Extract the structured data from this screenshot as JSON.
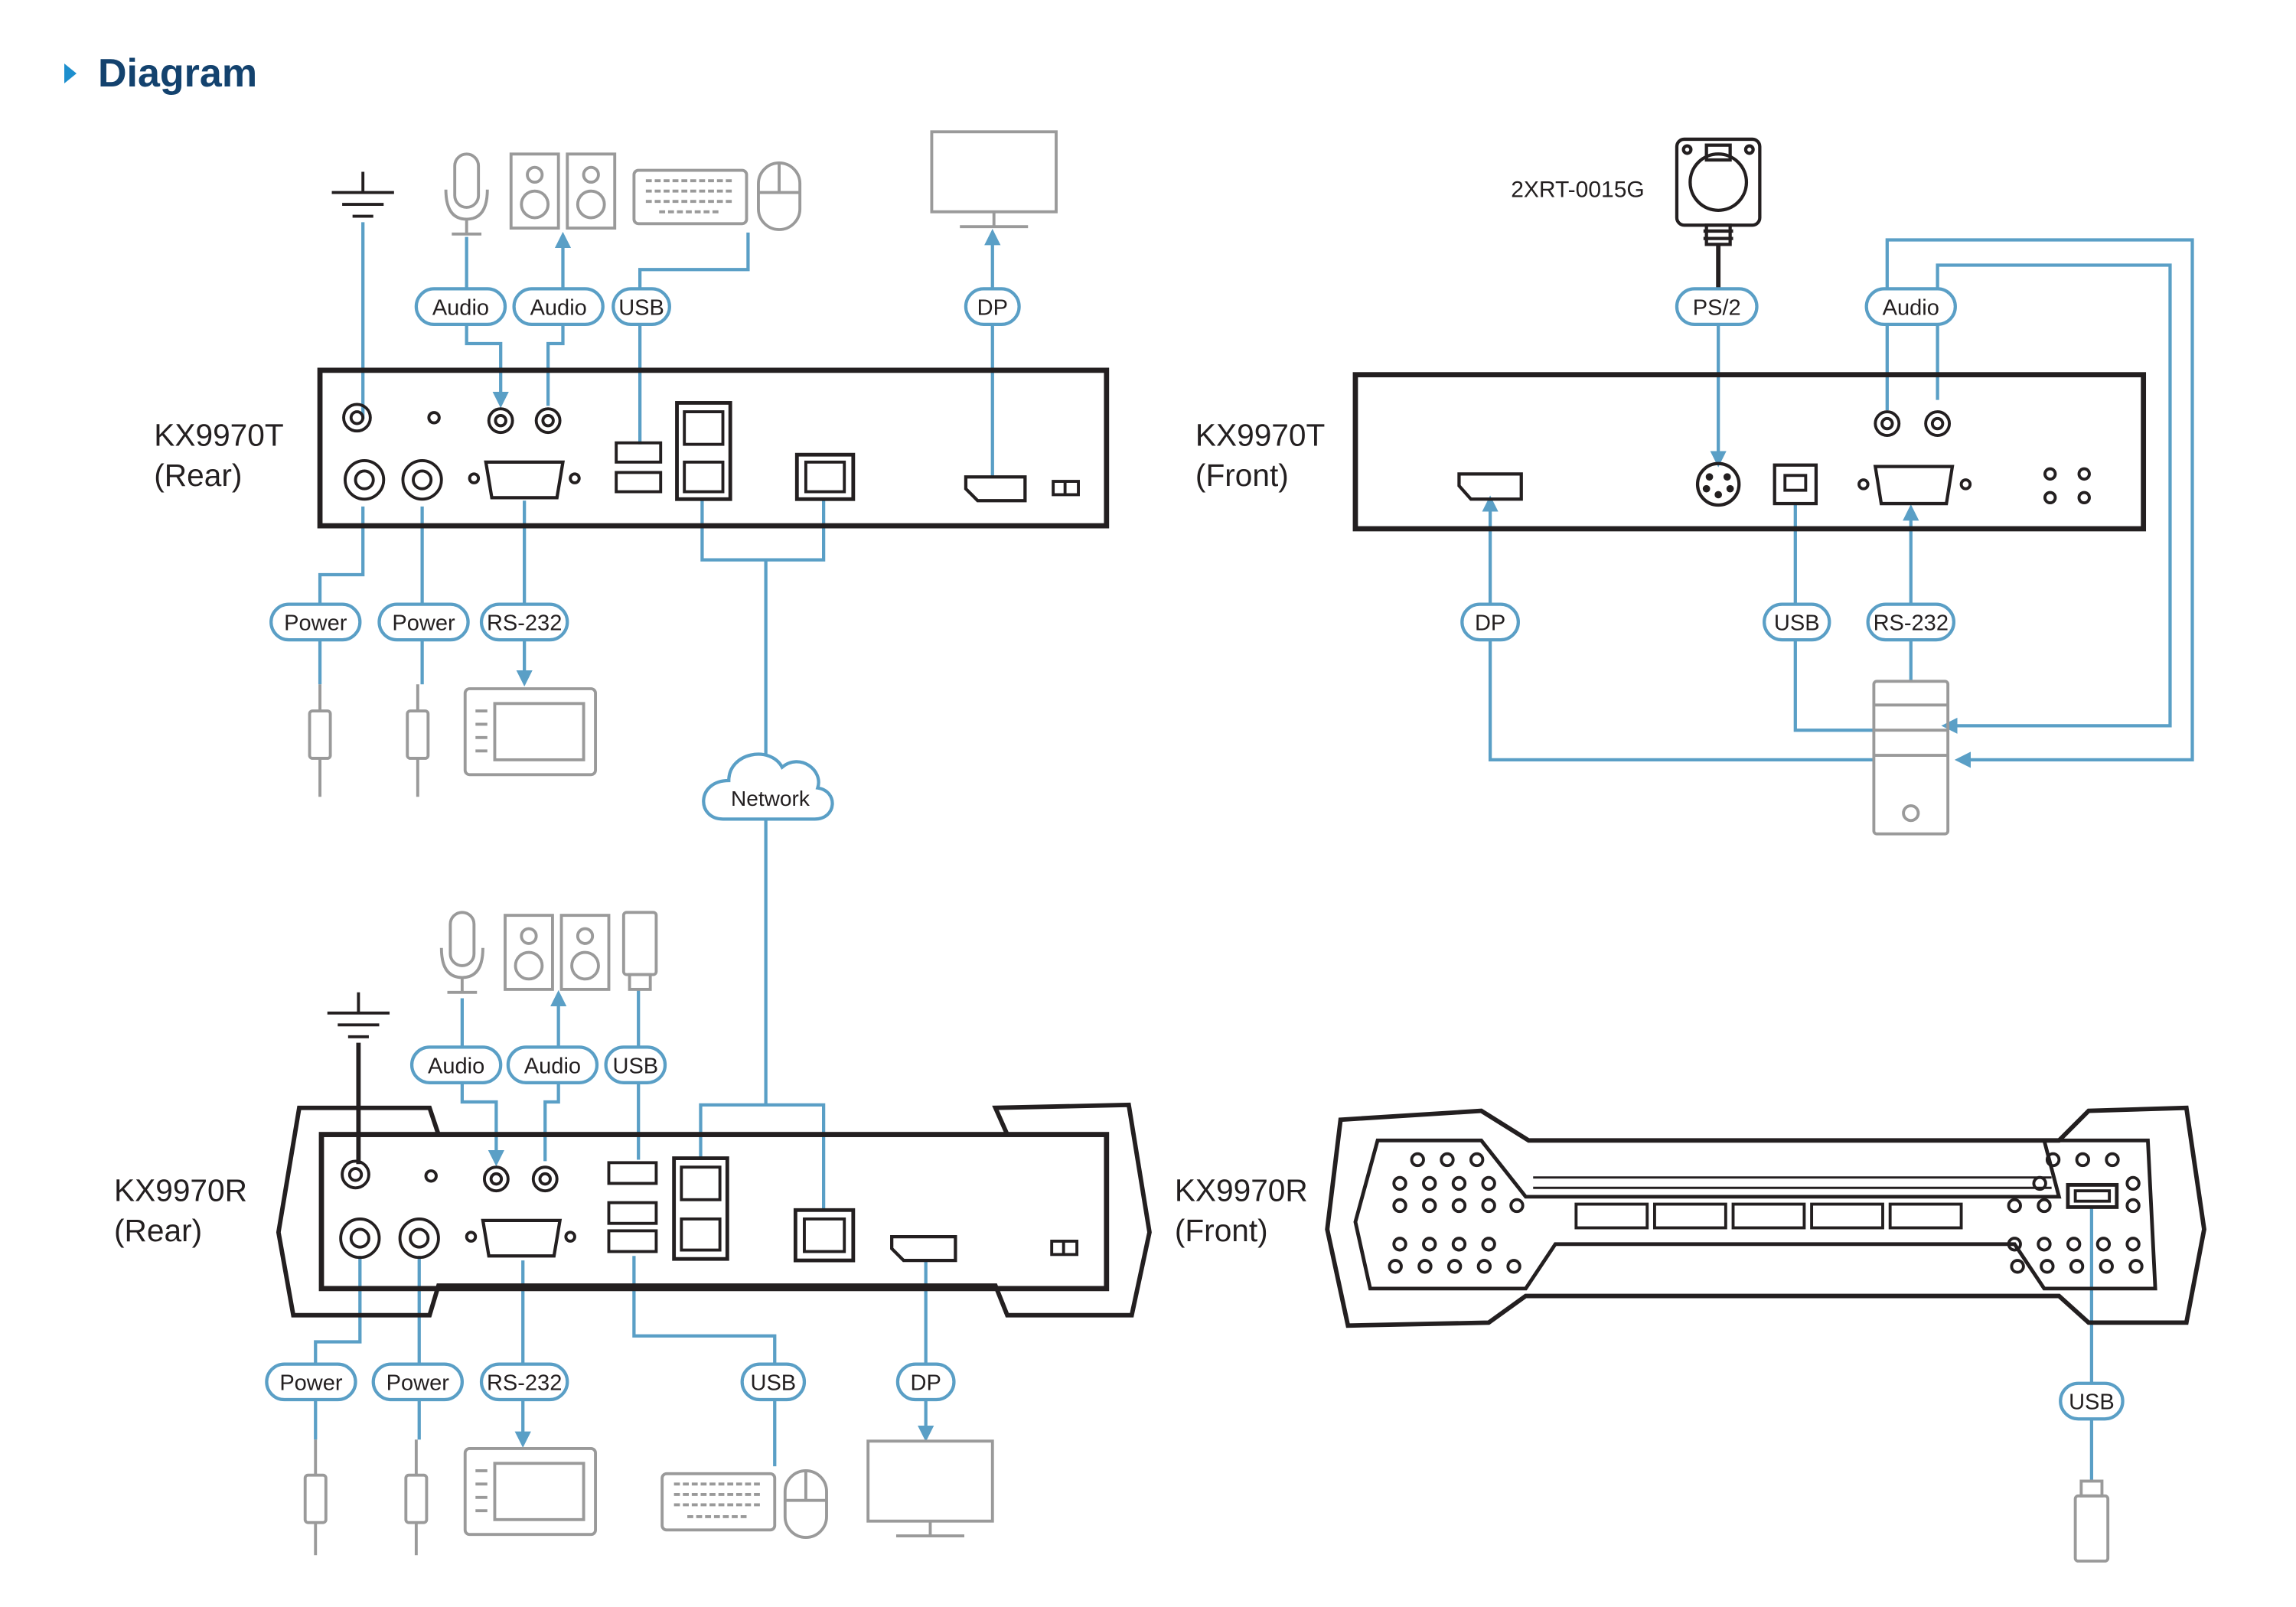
{
  "header": {
    "title": "Diagram"
  },
  "colors": {
    "line": "#5a9fc6",
    "device": "#231f20",
    "icon": "#9a9a9a",
    "accent": "#1d8fce",
    "title": "#13426e"
  },
  "devices": {
    "tx_rear": {
      "name": "KX9970T",
      "view": "(Rear)"
    },
    "tx_front": {
      "name": "KX9970T",
      "view": "(Front)"
    },
    "rx_rear": {
      "name": "KX9970R",
      "view": "(Rear)"
    },
    "rx_front": {
      "name": "KX9970R",
      "view": "(Front)"
    }
  },
  "peripherals": {
    "ps2_adapter": "2XRT-0015G"
  },
  "connections": {
    "tx_rear_audio_in": "Audio",
    "tx_rear_audio_out": "Audio",
    "tx_rear_usb": "USB",
    "tx_rear_dp": "DP",
    "tx_rear_power_1": "Power",
    "tx_rear_power_2": "Power",
    "tx_rear_rs232": "RS-232",
    "network": "Network",
    "tx_front_ps2": "PS/2",
    "tx_front_audio": "Audio",
    "tx_front_dp": "DP",
    "tx_front_usb": "USB",
    "tx_front_rs232": "RS-232",
    "rx_rear_audio_in": "Audio",
    "rx_rear_audio_out": "Audio",
    "rx_rear_usb_top": "USB",
    "rx_rear_power_1": "Power",
    "rx_rear_power_2": "Power",
    "rx_rear_rs232": "RS-232",
    "rx_rear_usb_bottom": "USB",
    "rx_rear_dp": "DP",
    "rx_front_usb": "USB"
  }
}
